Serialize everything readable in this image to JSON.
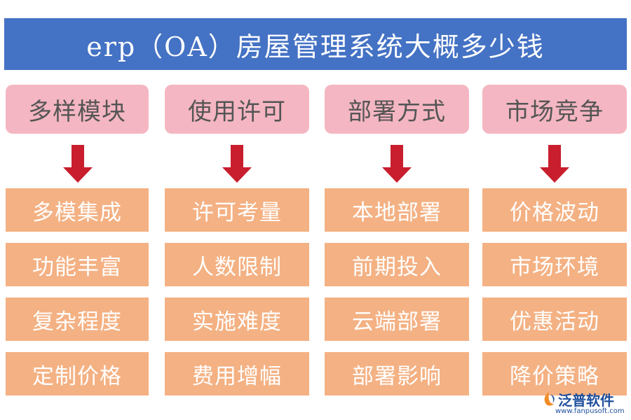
{
  "title": "erp（OA）房屋管理系统大概多少钱",
  "columns": [
    {
      "header": "多样模块",
      "items": [
        "多模集成",
        "功能丰富",
        "复杂程度",
        "定制价格"
      ]
    },
    {
      "header": "使用许可",
      "items": [
        "许可考量",
        "人数限制",
        "实施难度",
        "费用增幅"
      ]
    },
    {
      "header": "部署方式",
      "items": [
        "本地部署",
        "前期投入",
        "云端部署",
        "部署影响"
      ]
    },
    {
      "header": "市场竞争",
      "items": [
        "价格波动",
        "市场环境",
        "优惠活动",
        "降价策略"
      ]
    }
  ],
  "logo": {
    "name": "泛普软件",
    "url": "www.fanpusoft.com"
  },
  "colors": {
    "title_bg": "#4472c4",
    "header_bg": "#f4b6c2",
    "cell_bg": "#f4b183",
    "arrow": "#c81e2e"
  }
}
